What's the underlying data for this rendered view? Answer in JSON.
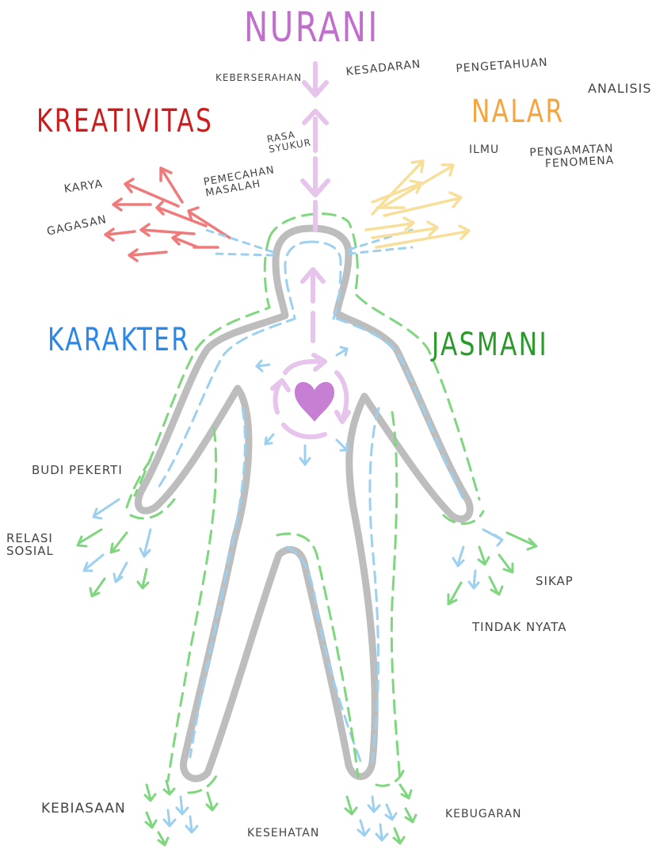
{
  "colors": {
    "nurani": "#c070cc",
    "kreativitas": "#cc1c1c",
    "nalar": "#f5a540",
    "karakter": "#2a88ea",
    "jasmani": "#2a9a2a",
    "body_outline": "#bdbdbd",
    "heart": "#c77fd4",
    "arrow_pink": "#f07a7a",
    "arrow_yellow": "#f7df9a",
    "arrow_blue": "#9cd0ee",
    "arrow_green": "#7ed67e",
    "arrow_purple": "#e6c4ec",
    "text": "#444444"
  },
  "titles": {
    "nurani": "NURANI",
    "kreativitas": "KREATIVITAS",
    "nalar": "NALAR",
    "karakter": "KARAKTER",
    "jasmani": "JASMANI"
  },
  "labels": {
    "keberserahan": "KEBERSERAHAN",
    "kesadaran": "KESADARAN",
    "pengetahuan": "PENGETAHUAN",
    "analisis": "ANALISIS",
    "rasa_syukur": "RASA\nSYUKUR",
    "ilmu": "ILMU",
    "pengamatan_fenomena": "PENGAMATAN\nFENOMENA",
    "karya": "KARYA",
    "pemecahan_masalah": "PEMECAHAN\nMASALAH",
    "gagasan": "GAGASAN",
    "budi_pekerti": "BUDI PEKERTI",
    "relasi_sosial": "RELASI\nSOSIAL",
    "sikap": "SIKAP",
    "tindak_nyata": "TINDAK NYATA",
    "kebiasaan": "KEBIASAAN",
    "kesehatan": "KESEHATAN",
    "kebugaran": "KEBUGARAN"
  }
}
